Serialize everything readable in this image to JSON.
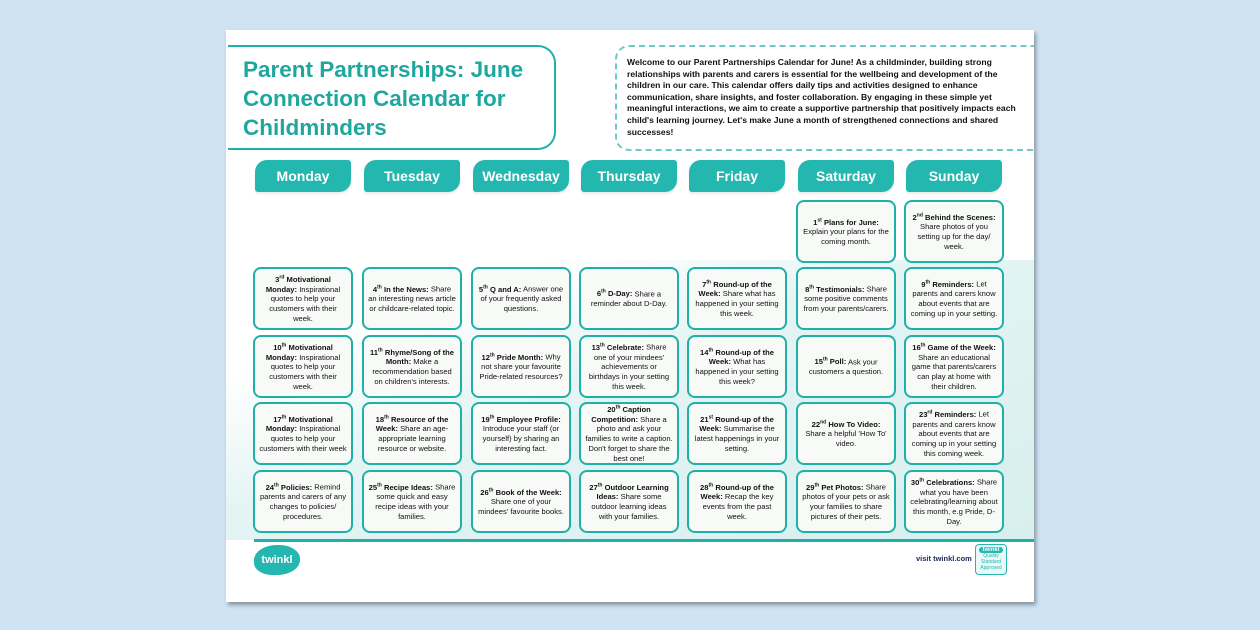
{
  "title": "Parent Partnerships: June Connection Calendar for Childminders",
  "intro": "Welcome to our Parent Partnerships Calendar for June! As a childminder, building strong relationships with parents and carers is essential for the wellbeing and development of the children in our care. This calendar offers daily tips and activities designed to enhance communication, share insights, and foster collaboration. By engaging in these simple yet meaningful interactions, we aim to create a supportive partnership that positively impacts each child's learning journey. Let's make June a month of strengthened connections and shared successes!",
  "days": [
    "Monday",
    "Tuesday",
    "Wednesday",
    "Thursday",
    "Friday",
    "Saturday",
    "Sunday"
  ],
  "cells": [
    {
      "col": 5,
      "row": 0,
      "day": "1",
      "sup": "st",
      "title": "Plans for June:",
      "text": "Explain your plans for the coming month."
    },
    {
      "col": 6,
      "row": 0,
      "day": "2",
      "sup": "nd",
      "title": "Behind the Scenes:",
      "text": "Share photos of you setting up for the day/ week."
    },
    {
      "col": 0,
      "row": 1,
      "day": "3",
      "sup": "rd",
      "title": "Motivational Monday:",
      "text": "Inspirational quotes to help your customers with their week."
    },
    {
      "col": 1,
      "row": 1,
      "day": "4",
      "sup": "th",
      "title": "In the News:",
      "text": "Share an interesting news article or childcare-related topic."
    },
    {
      "col": 2,
      "row": 1,
      "day": "5",
      "sup": "th",
      "title": "Q and A:",
      "text": "Answer one of your frequently asked questions."
    },
    {
      "col": 3,
      "row": 1,
      "day": "6",
      "sup": "th",
      "title": "D-Day:",
      "text": "Share a reminder about D-Day."
    },
    {
      "col": 4,
      "row": 1,
      "day": "7",
      "sup": "th",
      "title": "Round-up of the Week:",
      "text": "Share what has happened in your setting this week."
    },
    {
      "col": 5,
      "row": 1,
      "day": "8",
      "sup": "th",
      "title": "Testimonials:",
      "text": "Share some positive comments from your parents/carers."
    },
    {
      "col": 6,
      "row": 1,
      "day": "9",
      "sup": "th",
      "title": "Reminders:",
      "text": "Let parents and carers know about events that are coming up in your setting."
    },
    {
      "col": 0,
      "row": 2,
      "day": "10",
      "sup": "th",
      "title": "Motivational Monday:",
      "text": "Inspirational quotes to help your customers with their week."
    },
    {
      "col": 1,
      "row": 2,
      "day": "11",
      "sup": "th",
      "title": "Rhyme/Song of the Month:",
      "text": "Make a recommendation based on children's interests."
    },
    {
      "col": 2,
      "row": 2,
      "day": "12",
      "sup": "th",
      "title": "Pride Month:",
      "text": "Why not share your favourite Pride-related resources?"
    },
    {
      "col": 3,
      "row": 2,
      "day": "13",
      "sup": "th",
      "title": "Celebrate:",
      "text": "Share one of your mindees' achievements or birthdays in your setting this week."
    },
    {
      "col": 4,
      "row": 2,
      "day": "14",
      "sup": "th",
      "title": "Round-up of the Week:",
      "text": "What has happened in your setting this week?"
    },
    {
      "col": 5,
      "row": 2,
      "day": "15",
      "sup": "th",
      "title": "Poll:",
      "text": "Ask your customers a question."
    },
    {
      "col": 6,
      "row": 2,
      "day": "16",
      "sup": "th",
      "title": "Game of the Week:",
      "text": "Share an educational game that parents/carers can play at home with their children."
    },
    {
      "col": 0,
      "row": 3,
      "day": "17",
      "sup": "th",
      "title": "Motivational Monday:",
      "text": "Inspirational quotes to help your customers with their week"
    },
    {
      "col": 1,
      "row": 3,
      "day": "18",
      "sup": "th",
      "title": "Resource of the Week:",
      "text": "Share an age-appropriate learning resource or website."
    },
    {
      "col": 2,
      "row": 3,
      "day": "19",
      "sup": "th",
      "title": "Employee Profile:",
      "text": "Introduce your staff (or yourself) by sharing an interesting fact."
    },
    {
      "col": 3,
      "row": 3,
      "day": "20",
      "sup": "th",
      "title": "Caption Competition:",
      "text": "Share a photo and ask your families to write a caption. Don't forget to share the best one!"
    },
    {
      "col": 4,
      "row": 3,
      "day": "21",
      "sup": "st",
      "title": "Round-up of the Week:",
      "text": "Summarise the latest happenings in your setting."
    },
    {
      "col": 5,
      "row": 3,
      "day": "22",
      "sup": "nd",
      "title": "How To Video:",
      "text": "Share a helpful 'How To' video."
    },
    {
      "col": 6,
      "row": 3,
      "day": "23",
      "sup": "rd",
      "title": "Reminders:",
      "text": "Let parents and carers know about events that are coming up in your setting this coming week."
    },
    {
      "col": 0,
      "row": 4,
      "day": "24",
      "sup": "th",
      "title": "Policies:",
      "text": "Remind parents and carers of any changes to policies/ procedures."
    },
    {
      "col": 1,
      "row": 4,
      "day": "25",
      "sup": "th",
      "title": "Recipe Ideas:",
      "text": "Share some quick and easy recipe ideas with your families."
    },
    {
      "col": 2,
      "row": 4,
      "day": "26",
      "sup": "th",
      "title": "Book of the Week:",
      "text": "Share one of your mindees' favourite books."
    },
    {
      "col": 3,
      "row": 4,
      "day": "27",
      "sup": "th",
      "title": "Outdoor Learning Ideas:",
      "text": "Share some outdoor learning ideas with your families."
    },
    {
      "col": 4,
      "row": 4,
      "day": "28",
      "sup": "th",
      "title": "Round-up of the Week:",
      "text": "Recap the key events from the past week."
    },
    {
      "col": 5,
      "row": 4,
      "day": "29",
      "sup": "th",
      "title": "Pet Photos:",
      "text": "Share photos of your pets or ask your families to share pictures of their pets."
    },
    {
      "col": 6,
      "row": 4,
      "day": "30",
      "sup": "th",
      "title": "Celebrations:",
      "text": "Share what you have been celebrating/learning about this month, e.g Pride, D-Day."
    }
  ],
  "footer": {
    "logo": "twinkl",
    "visit": "visit twinkl.com",
    "badge_logo": "twinkl",
    "badge_text": "Quality Standard Approved"
  },
  "colors": {
    "teal": "#23b7af",
    "title": "#1ea79f",
    "background": "#cfe3f3"
  }
}
